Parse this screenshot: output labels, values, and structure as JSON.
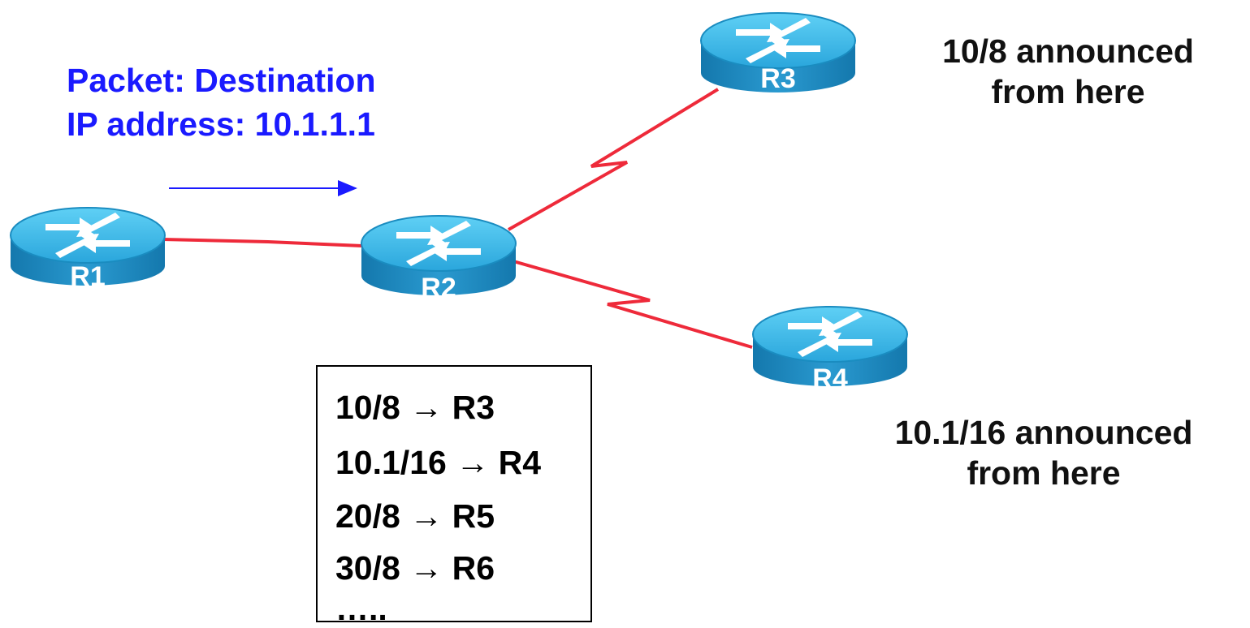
{
  "packet_label": {
    "line1": "Packet: Destination",
    "line2": "IP address: 10.1.1.1"
  },
  "routers": [
    {
      "id": "R1",
      "label": "R1"
    },
    {
      "id": "R2",
      "label": "R2"
    },
    {
      "id": "R3",
      "label": "R3"
    },
    {
      "id": "R4",
      "label": "R4"
    }
  ],
  "links": [
    {
      "from": "R1",
      "to": "R2",
      "type": "ethernet"
    },
    {
      "from": "R2",
      "to": "R3",
      "type": "serial"
    },
    {
      "from": "R2",
      "to": "R4",
      "type": "serial"
    }
  ],
  "announcements": {
    "r3": {
      "line1": "10/8 announced",
      "line2": "from here"
    },
    "r4": {
      "line1": "10.1/16 announced",
      "line2": "from here"
    }
  },
  "routing_table": {
    "rows": [
      {
        "prefix": "10/8",
        "arrow": "→",
        "next_hop": "R3"
      },
      {
        "prefix": "10.1/16",
        "arrow": "→",
        "next_hop": "R4"
      },
      {
        "prefix": "20/8",
        "arrow": "→",
        "next_hop": "R5"
      },
      {
        "prefix": "30/8",
        "arrow": "→",
        "next_hop": "R6"
      }
    ],
    "ellipsis": "….."
  },
  "colors": {
    "link": "#ee2a3a",
    "packet_text": "#1a1aff",
    "router_top": "#33b7e6",
    "router_side": "#1a8cc0"
  }
}
